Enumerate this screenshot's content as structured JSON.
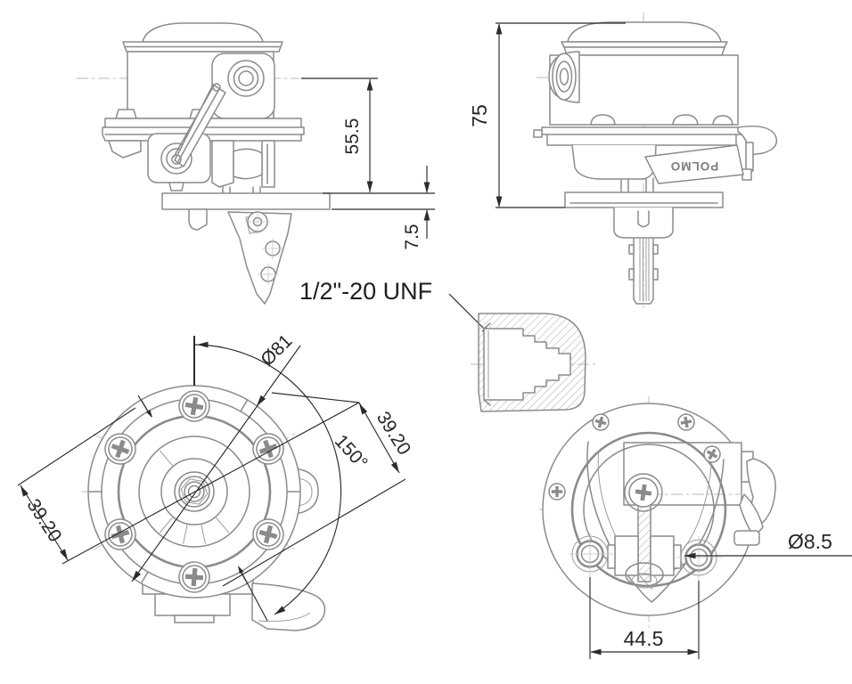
{
  "colors": {
    "background": "#ffffff",
    "part_line": "#8b8b8b",
    "dim_line": "#2b2b2b",
    "centerline": "#b8b8b8",
    "brand_text": "#7d7d7d"
  },
  "labels": {
    "brand": "POLMO",
    "thread_callout": "1/2\"-20 UNF"
  },
  "dimensions": {
    "side_view": {
      "axis_to_flange_height": "55.5",
      "flange_thickness": "7.5"
    },
    "front_view": {
      "overall_height": "75"
    },
    "top_view": {
      "flange_diameter": "Ø81",
      "stud_angle": "150°",
      "stud_spacing_left": "39.20",
      "stud_spacing_right": "39.20"
    },
    "bottom_view": {
      "mount_hole_diameter": "Ø8.5",
      "mount_hole_spacing": "44.5"
    }
  }
}
